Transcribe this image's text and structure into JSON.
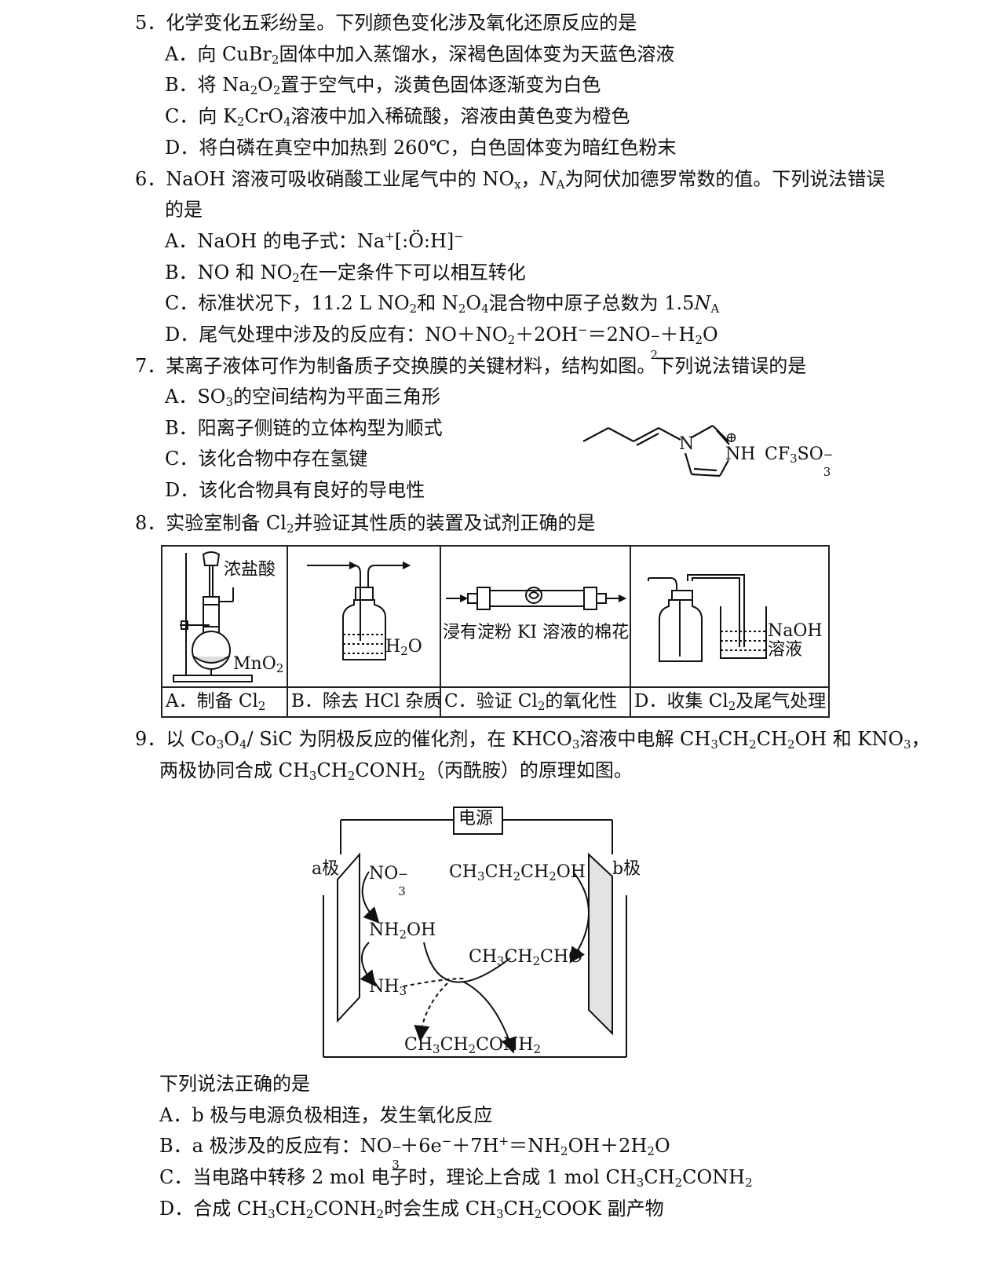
{
  "q5": {
    "stem": "5．化学变化五彩纷呈。下列颜色变化涉及氧化还原反应的是",
    "a": {
      "p1": "A．向 CuBr",
      "s1": "2",
      "p2": "固体中加入蒸馏水，深褐色固体变为天蓝色溶液"
    },
    "b": {
      "p1": "B．将 Na",
      "s1": "2",
      "p2": "O",
      "s2": "2",
      "p3": "置于空气中，淡黄色固体逐渐变为白色"
    },
    "c": {
      "p1": "C．向 K",
      "s1": "2",
      "p2": "CrO",
      "s2": "4",
      "p3": "溶液中加入稀硫酸，溶液由黄色变为橙色"
    },
    "d": "D．将白磷在真空中加热到 260℃，白色固体变为暗红色粉末"
  },
  "q6": {
    "stem_p1": "6．NaOH 溶液可吸收硝酸工业尾气中的 NO",
    "stem_s1": "x",
    "stem_p2": "，",
    "stem_na": "N",
    "stem_na_sub": "A",
    "stem_p3": "为阿伏加德罗常数的值。下列说法错误",
    "stem_line2": "的是",
    "a": {
      "p1": "A．NaOH 的电子式：Na",
      "sup1": "+",
      "p2": "[:",
      "o": "Ö",
      "p3": ":H]",
      "sup2": "−"
    },
    "b": {
      "p1": "B．NO 和 NO",
      "s1": "2",
      "p2": "在一定条件下可以相互转化"
    },
    "c": {
      "p1": "C．标准状况下，11.2 L NO",
      "s1": "2",
      "p2": "和 N",
      "s2": "2",
      "p3": "O",
      "s3": "4",
      "p4": "混合物中原子总数为 1.5",
      "na": "N",
      "na_sub": "A"
    },
    "d": {
      "p1": "D．尾气处理中涉及的反应有：NO＋NO",
      "s1": "2",
      "p2": "＋2OH",
      "sup1": "−",
      "p3": "＝2NO",
      "s2": "2",
      "sup2": "−",
      "p4": "＋H",
      "s3": "2",
      "p5": "O"
    }
  },
  "q7": {
    "stem": "7．某离子液体可作为制备质子交换膜的关键材料，结构如图。下列说法错误的是",
    "a": {
      "p1": "A．SO",
      "s1": "3",
      "p2": "的空间结构为平面三角形"
    },
    "b": "B．阳离子侧链的立体构型为顺式",
    "c": "C．该化合物中存在氢键",
    "d": "D．该化合物具有良好的导电性",
    "mol": {
      "n": "N",
      "nh": "NH",
      "plus": "⊕",
      "anion_p1": "CF",
      "anion_s1": "3",
      "anion_p2": "SO",
      "anion_s2": "3",
      "anion_sup": "−"
    }
  },
  "q8": {
    "stem_p1": "8．实验室制备 Cl",
    "stem_s1": "2",
    "stem_p2": "并验证其性质的装置及试剂正确的是",
    "a": {
      "reagent": "浓盐酸",
      "solid": "MnO",
      "solid_sub": "2",
      "cap_p1": "A．制备 Cl",
      "cap_s1": "2"
    },
    "b": {
      "water": "H",
      "water_sub": "2",
      "water_p2": "O",
      "cap": "B．除去 HCl 杂质"
    },
    "c": {
      "label": "浸有淀粉 KI 溶液的棉花",
      "cap_p1": "C．验证 Cl",
      "cap_s1": "2",
      "cap_p2": "的氧化性"
    },
    "d": {
      "sol1": "NaOH",
      "sol2": "溶液",
      "cap_p1": "D．收集 Cl",
      "cap_s1": "2",
      "cap_p2": "及尾气处理"
    }
  },
  "q9": {
    "stem1_p1": "9．以 Co",
    "stem1_s1": "3",
    "stem1_p2": "O",
    "stem1_s2": "4",
    "stem1_p3": "/ SiC 为阴极反应的催化剂，在 KHCO",
    "stem1_s3": "3",
    "stem1_p4": "溶液中电解 CH",
    "stem1_s4": "3",
    "stem1_p5": "CH",
    "stem1_s5": "2",
    "stem1_p6": "CH",
    "stem1_s6": "2",
    "stem1_p7": "OH 和 KNO",
    "stem1_s7": "3",
    "stem1_p8": "，",
    "stem2_p1": "两极协同合成 CH",
    "stem2_s1": "3",
    "stem2_p2": "CH",
    "stem2_s2": "2",
    "stem2_p3": "CONH",
    "stem2_s3": "2",
    "stem2_p4": "（丙酰胺）的原理如图。",
    "diagram": {
      "power": "电源",
      "a_pole": "a极",
      "b_pole": "b极",
      "no3_p1": "NO",
      "no3_s1": "3",
      "no3_sup": "−",
      "nh2oh_p1": "NH",
      "nh2oh_s1": "2",
      "nh2oh_p2": "OH",
      "nh3_p1": "NH",
      "nh3_s1": "3",
      "propanol_p1": "CH",
      "propanol_s1": "3",
      "propanol_p2": "CH",
      "propanol_s2": "2",
      "propanol_p3": "CH",
      "propanol_s3": "2",
      "propanol_p4": "OH",
      "propanal_p1": "CH",
      "propanal_s1": "3",
      "propanal_p2": "CH",
      "propanal_s2": "2",
      "propanal_p3": "CHO",
      "amide_p1": "CH",
      "amide_s1": "3",
      "amide_p2": "CH",
      "amide_s2": "2",
      "amide_p3": "CONH",
      "amide_s3": "2"
    },
    "prompt": "下列说法正确的是",
    "a": "A．b 极与电源负极相连，发生氧化反应",
    "b": {
      "p1": "B．a 极涉及的反应有：NO",
      "s1": "3",
      "sup1": "−",
      "p2": "＋6e",
      "sup2": "−",
      "p3": "＋7H",
      "sup3": "+",
      "p4": "＝NH",
      "s2": "2",
      "p5": "OH＋2H",
      "s3": "2",
      "p6": "O"
    },
    "c": {
      "p1": "C．当电路中转移 2 mol 电子时，理论上合成 1 mol CH",
      "s1": "3",
      "p2": "CH",
      "s2": "2",
      "p3": "CONH",
      "s3": "2"
    },
    "d": {
      "p1": "D．合成 CH",
      "s1": "3",
      "p2": "CH",
      "s2": "2",
      "p3": "CONH",
      "s3": "2",
      "p4": "时会生成 CH",
      "s4": "3",
      "p5": "CH",
      "s5": "2",
      "p6": "COOK 副产物"
    }
  }
}
